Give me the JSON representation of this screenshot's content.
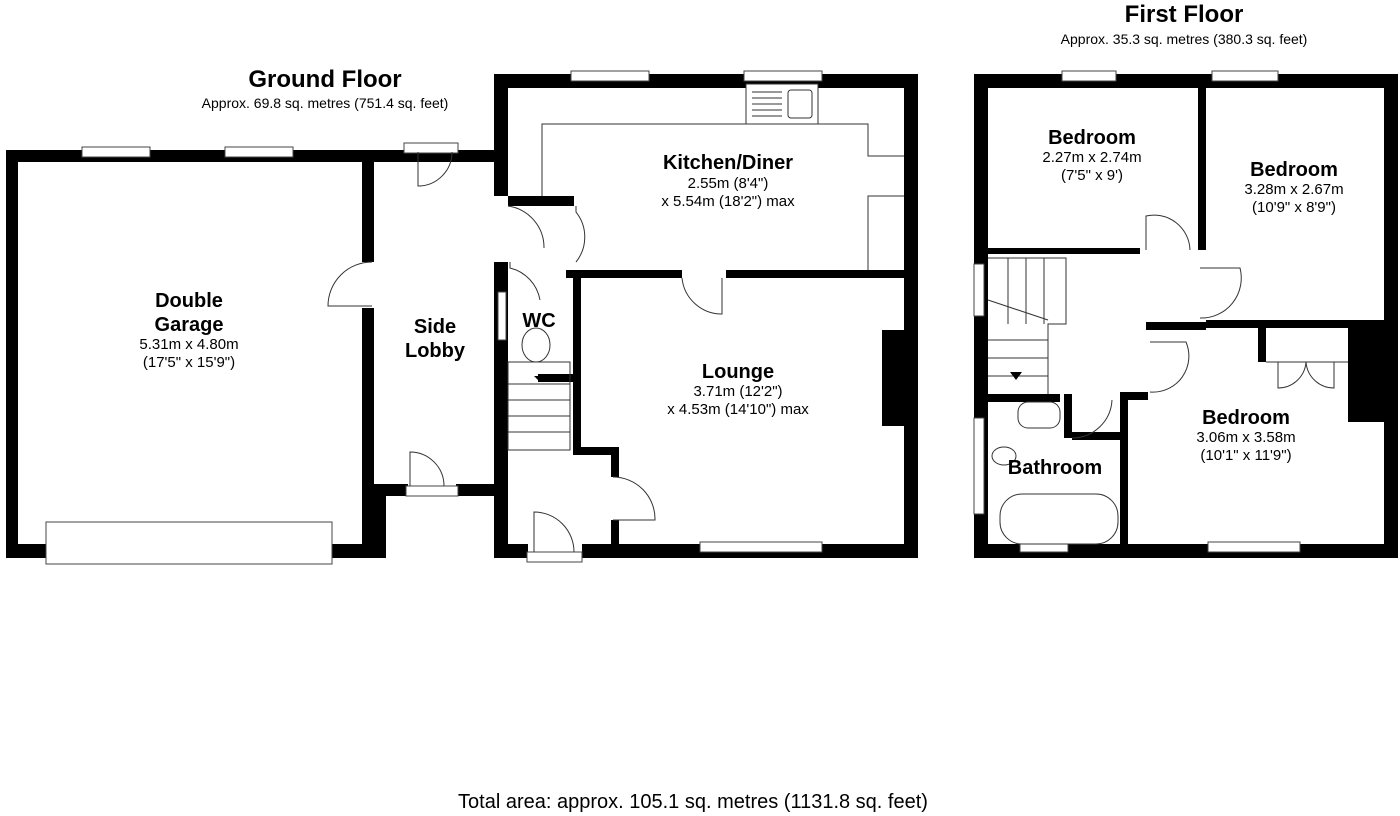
{
  "ground_floor": {
    "title": "Ground Floor",
    "area": "Approx. 69.8 sq. metres (751.4 sq. feet)",
    "rooms": {
      "garage": {
        "name_1": "Double",
        "name_2": "Garage",
        "dim_1": "5.31m x 4.80m",
        "dim_2": "(17'5\" x 15'9\")"
      },
      "lobby": {
        "name_1": "Side",
        "name_2": "Lobby"
      },
      "kitchen": {
        "name": "Kitchen/Diner",
        "dim_1": "2.55m (8'4\")",
        "dim_2": "x 5.54m (18'2\") max"
      },
      "wc": {
        "name": "WC"
      },
      "lounge": {
        "name": "Lounge",
        "dim_1": "3.71m (12'2\")",
        "dim_2": "x 4.53m (14'10\") max"
      }
    }
  },
  "first_floor": {
    "title": "First Floor",
    "area": "Approx. 35.3 sq. metres (380.3 sq. feet)",
    "rooms": {
      "bedroom_1": {
        "name": "Bedroom",
        "dim_1": "2.27m x 2.74m",
        "dim_2": "(7'5\" x 9')"
      },
      "bedroom_2": {
        "name": "Bedroom",
        "dim_1": "3.28m x 2.67m",
        "dim_2": "(10'9\" x 8'9\")"
      },
      "bedroom_3": {
        "name": "Bedroom",
        "dim_1": "3.06m x 3.58m",
        "dim_2": "(10'1\" x 11'9\")"
      },
      "bathroom": {
        "name": "Bathroom"
      }
    }
  },
  "total_area": "Total area: approx. 105.1 sq. metres (1131.8 sq. feet)"
}
